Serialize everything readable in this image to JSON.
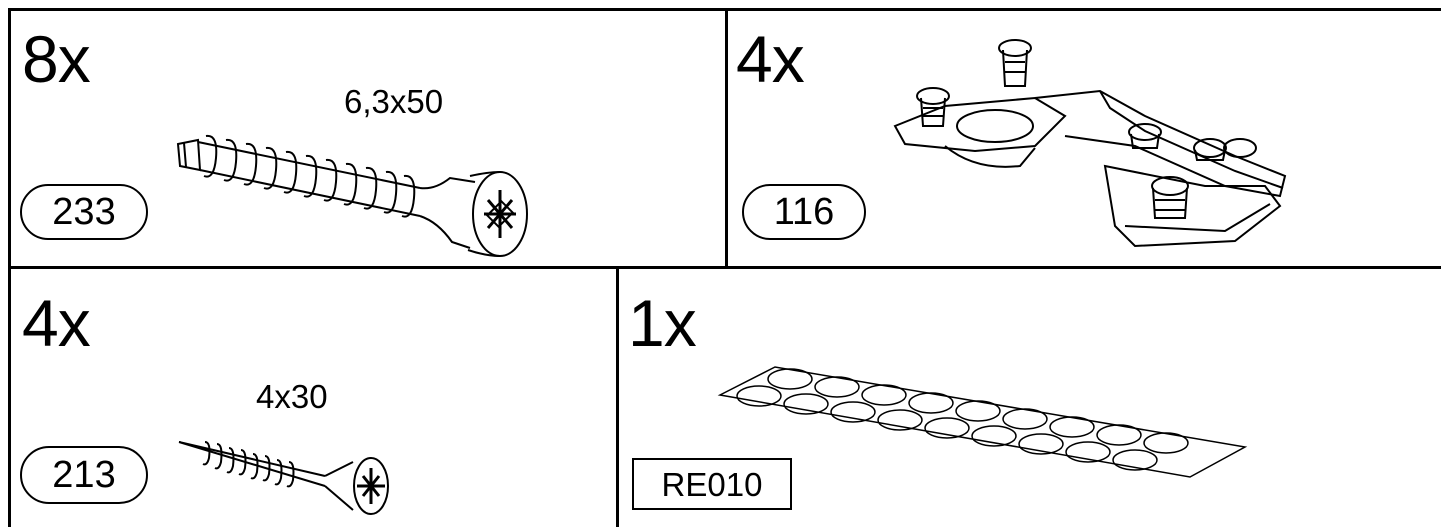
{
  "parts": [
    {
      "quantity": "8x",
      "dimension": "6,3x50",
      "part_number": "233",
      "icon": "cam-bolt-icon"
    },
    {
      "quantity": "4x",
      "dimension": "",
      "part_number": "116",
      "icon": "cabinet-hinge-icon"
    },
    {
      "quantity": "4x",
      "dimension": "4x30",
      "part_number": "213",
      "icon": "wood-screw-icon"
    },
    {
      "quantity": "1x",
      "dimension": "",
      "part_number": "RE010",
      "icon": "bumper-pad-sheet-icon"
    }
  ]
}
